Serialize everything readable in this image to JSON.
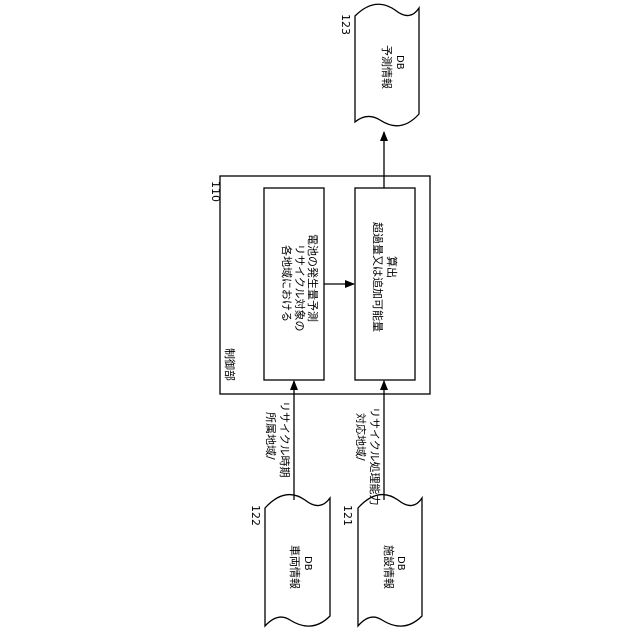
{
  "controller": {
    "ref": "110",
    "label": "制御部"
  },
  "process_boxes": {
    "forecast": [
      "各地域における",
      "リサイクル対象の",
      "電池の発生量予測"
    ],
    "calc": [
      "超過量又は追加可能量",
      "算出"
    ]
  },
  "databases": {
    "vehicle": {
      "ref": "122",
      "lines": [
        "車両情報",
        "DB"
      ]
    },
    "facility": {
      "ref": "121",
      "lines": [
        "施設情報",
        "DB"
      ]
    },
    "prediction": {
      "ref": "123",
      "lines": [
        "予測情報",
        "DB"
      ]
    }
  },
  "arrow_labels": {
    "vehicle_to_forecast": [
      "所属地域/",
      "リサイクル時期"
    ],
    "facility_to_calc": [
      "対応地域/",
      "リサイクル処理能力"
    ]
  }
}
